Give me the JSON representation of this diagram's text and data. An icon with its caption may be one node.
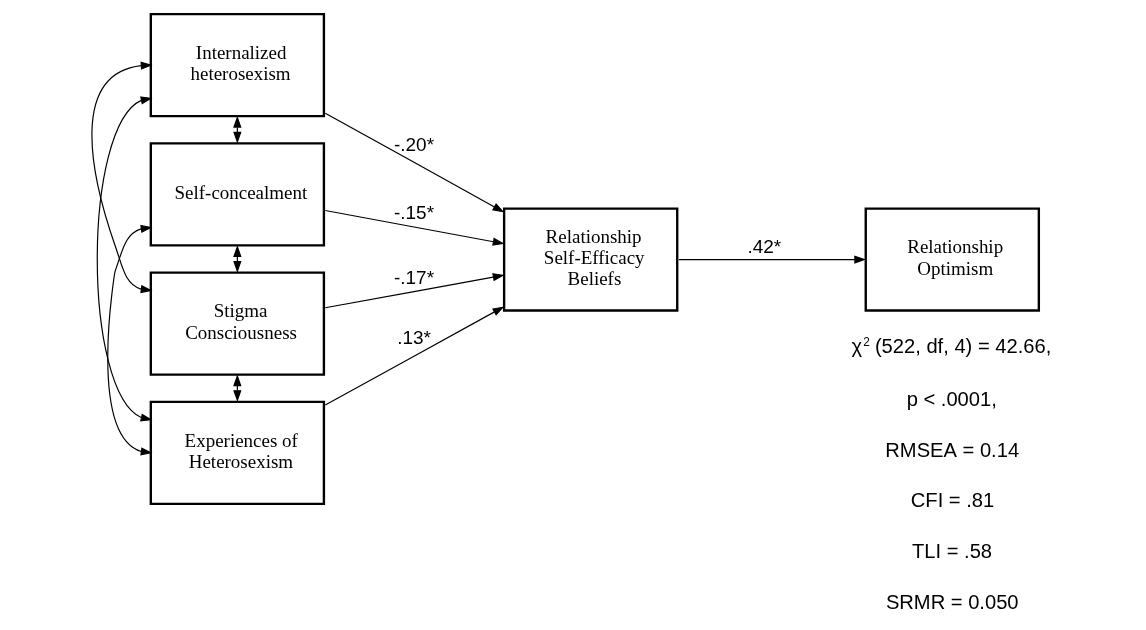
{
  "diagram": {
    "nodes": [
      {
        "text": [
          "Internalized heterosexism"
        ]
      },
      {
        "text": [
          "Self-concealment"
        ]
      },
      {
        "text": [
          "Stigma Consciousness"
        ]
      },
      {
        "text": [
          "Experiences of Heterosexism"
        ]
      },
      {
        "text": [
          "Relationship Self-Efficacy Beliefs"
        ]
      },
      {
        "text": [
          "Relationship Optimism"
        ]
      }
    ],
    "edges": [
      {
        "from": 0,
        "to": 4,
        "arrow": "to",
        "label": "-.20*"
      },
      {
        "from": 1,
        "to": 4,
        "arrow": "to",
        "label": "-.15*"
      },
      {
        "from": 2,
        "to": 4,
        "arrow": "to",
        "label": "-.17*"
      },
      {
        "from": 3,
        "to": 4,
        "arrow": "to",
        "label": ".13*"
      },
      {
        "from": 4,
        "to": 5,
        "arrow": "to",
        "label": ".42*"
      },
      {
        "from": 0,
        "to": 1,
        "arrow": "both"
      },
      {
        "from": 0,
        "to": 2,
        "arrow": "both"
      },
      {
        "from": 0,
        "to": 3,
        "arrow": "both"
      },
      {
        "from": 1,
        "to": 2,
        "arrow": "both"
      },
      {
        "from": 1,
        "to": 3,
        "arrow": "both"
      },
      {
        "from": 2,
        "to": 3,
        "arrow": "both"
      }
    ],
    "labels": [
      "χ$^{2}$ (522, df, 4) = 42.66,",
      "p < .0001,",
      "RMSEA = 0.14",
      "CFI = .81",
      "TLI = .58",
      "SRMR = 0.050"
    ]
  }
}
